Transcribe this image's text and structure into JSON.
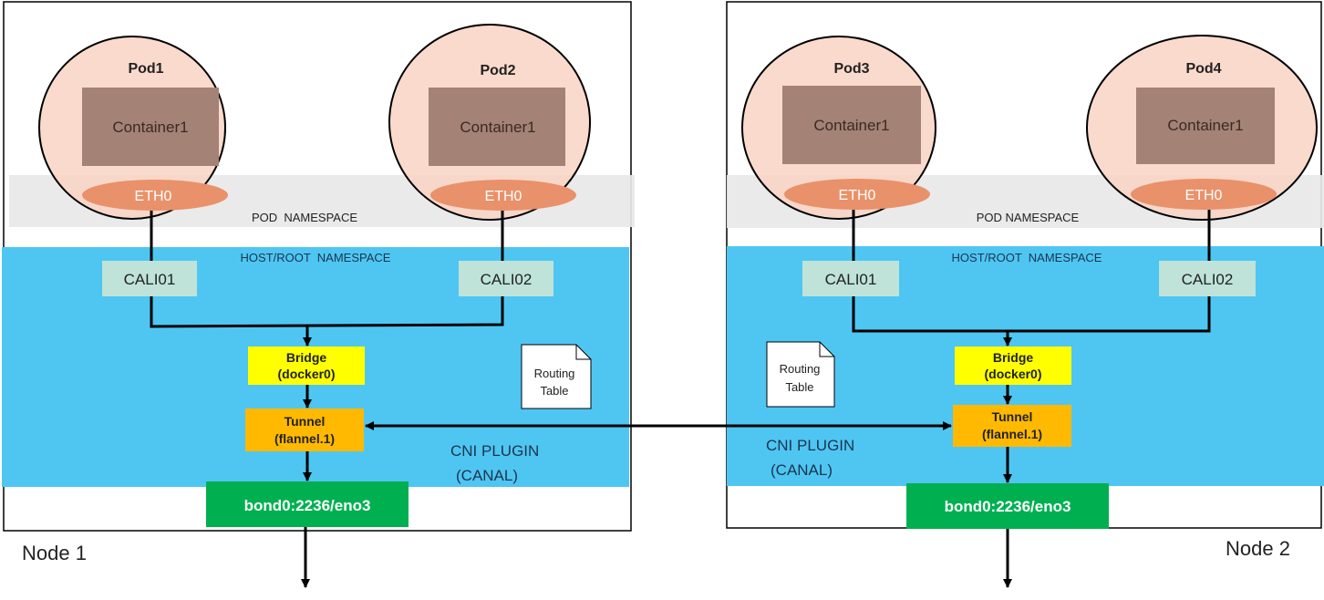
{
  "nodes": [
    {
      "label": "Node 1",
      "pods": [
        {
          "name": "Pod1",
          "container": "Container1",
          "eth": "ETH0"
        },
        {
          "name": "Pod2",
          "container": "Container1",
          "eth": "ETH0"
        }
      ],
      "pod_namespace": "POD  NAMESPACE",
      "host_namespace": "HOST/ROOT  NAMESPACE",
      "cali": [
        "CALI01",
        "CALI02"
      ],
      "bridge": {
        "line1": "Bridge",
        "line2": "(docker0)"
      },
      "tunnel": {
        "line1": "Tunnel",
        "line2": "(flannel.1)"
      },
      "routing_table": {
        "line1": "Routing",
        "line2": "Table"
      },
      "cni": {
        "line1": "CNI PLUGIN",
        "line2": "(CANAL)"
      },
      "nic": "bond0:2236/eno3"
    },
    {
      "label": "Node 2",
      "pods": [
        {
          "name": "Pod3",
          "container": "Container1",
          "eth": "ETH0"
        },
        {
          "name": "Pod4",
          "container": "Container1",
          "eth": "ETH0"
        }
      ],
      "pod_namespace": "POD NAMESPACE",
      "host_namespace": "HOST/ROOT  NAMESPACE",
      "cali": [
        "CALI01",
        "CALI02"
      ],
      "bridge": {
        "line1": "Bridge",
        "line2": "(docker0)"
      },
      "tunnel": {
        "line1": "Tunnel",
        "line2": "(flannel.1)"
      },
      "routing_table": {
        "line1": "Routing",
        "line2": "Table"
      },
      "cni": {
        "line1": "CNI PLUGIN",
        "line2": "(CANAL)"
      },
      "nic": "bond0:2236/eno3"
    }
  ],
  "colors": {
    "host_namespace": "#4FC6F2",
    "pod_namespace": "#E8E8E8",
    "pod_fill": "#F9D3C3",
    "container_fill": "#A58276",
    "eth_fill": "#E9916A",
    "cali_fill": "#BFE3D8",
    "bridge_fill": "#FFFF00",
    "tunnel_fill": "#FFB900",
    "nic_fill": "#00B050"
  }
}
